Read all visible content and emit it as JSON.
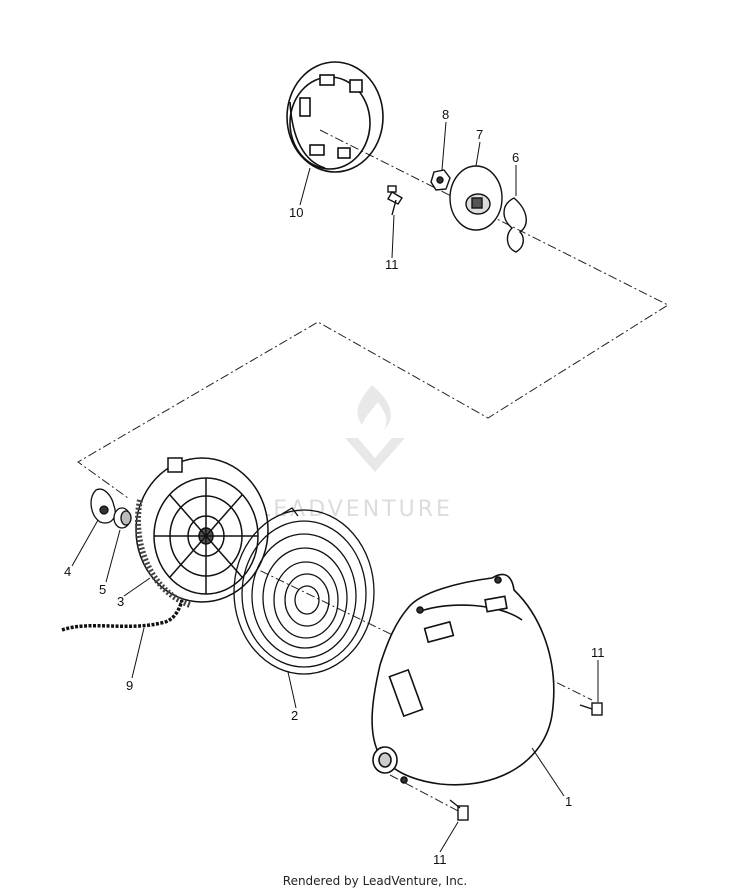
{
  "diagram": {
    "callouts": {
      "c1": "1",
      "c2": "2",
      "c3": "3",
      "c4": "4",
      "c5": "5",
      "c6": "6",
      "c7": "7",
      "c8": "8",
      "c9": "9",
      "c10": "10",
      "c11a": "11",
      "c11b": "11",
      "c11c": "11"
    }
  },
  "watermark": {
    "text": "LEADVENTURE"
  },
  "footer": {
    "text": "Rendered by LeadVenture, Inc."
  }
}
